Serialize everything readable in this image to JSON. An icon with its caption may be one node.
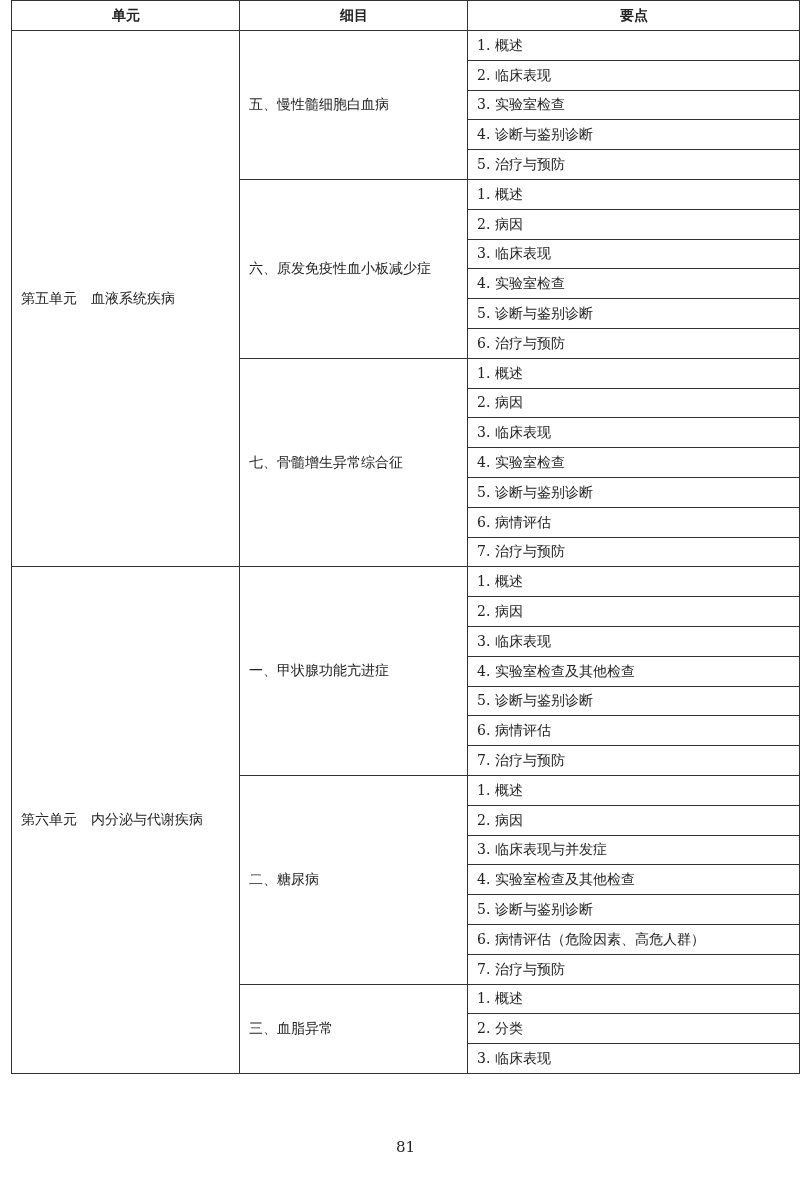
{
  "diagram": {
    "labels": [
      "单元",
      "细目",
      "要点",
      "第五单元　血液系统疾病",
      "五、慢性髓细胞白血病",
      "1. 概述",
      "2. 临床表现",
      "3. 实验室检查",
      "4. 诊断与鉴别诊断",
      "5. 治疗与预防",
      "六、原发免疫性血小板减少症",
      "1. 概述",
      "2. 病因",
      "3. 临床表现",
      "4. 实验室检查",
      "5. 诊断与鉴别诊断",
      "6. 治疗与预防",
      "七、骨髓增生异常综合征",
      "1. 概述",
      "2. 病因",
      "3. 临床表现",
      "4. 实验室检查",
      "5. 诊断与鉴别诊断",
      "6. 病情评估",
      "7. 治疗与预防",
      "第六单元　内分泌与代谢疾病",
      "一、甲状腺功能亢进症",
      "1. 概述",
      "2. 病因",
      "3. 临床表现",
      "4. 实验室检查及其他检查",
      "5. 诊断与鉴别诊断",
      "6. 病情评估",
      "7. 治疗与预防",
      "二、糖尿病",
      "1. 概述",
      "2. 病因",
      "3. 临床表现与并发症",
      "4. 实验室检查及其他检查",
      "5. 诊断与鉴别诊断",
      "6. 病情评估（危险因素、高危人群）",
      "7. 治疗与预防",
      "三、血脂异常",
      "1. 概述",
      "2. 分类",
      "3. 临床表现",
      "81"
    ]
  }
}
